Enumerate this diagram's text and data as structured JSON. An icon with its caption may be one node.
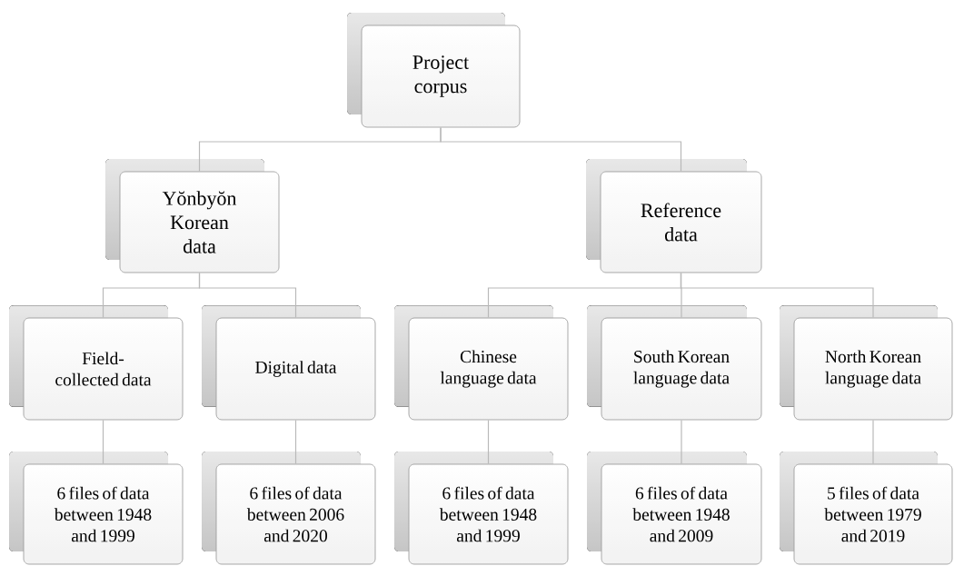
{
  "diagram": {
    "nodes": [
      {
        "text": [
          "Project corpus"
        ]
      },
      {
        "text": [
          "Yŏnbyŏn Korean data"
        ]
      },
      {
        "text": [
          "Reference data"
        ]
      },
      {
        "text": [
          "Field-collected data"
        ]
      },
      {
        "text": [
          "Digital data"
        ]
      },
      {
        "text": [
          "Chinese language data"
        ]
      },
      {
        "text": [
          "South Korean language data"
        ]
      },
      {
        "text": [
          "North Korean language data"
        ]
      },
      {
        "text": [
          "6 files of data between 1948 and 1999"
        ]
      },
      {
        "text": [
          "6 files of data between 2006 and 2020"
        ]
      },
      {
        "text": [
          "6 files of data between 1948 and 1999"
        ]
      },
      {
        "text": [
          "6 files of data between 1948 and 2009"
        ]
      },
      {
        "text": [
          "5 files of data between 1979 and 2019"
        ]
      }
    ],
    "edges": [
      {
        "from": 0,
        "to": 1,
        "arrow": "none"
      },
      {
        "from": 0,
        "to": 2,
        "arrow": "none"
      },
      {
        "from": 1,
        "to": 3,
        "arrow": "none"
      },
      {
        "from": 1,
        "to": 4,
        "arrow": "none"
      },
      {
        "from": 2,
        "to": 5,
        "arrow": "none"
      },
      {
        "from": 2,
        "to": 6,
        "arrow": "none"
      },
      {
        "from": 2,
        "to": 7,
        "arrow": "none"
      },
      {
        "from": 3,
        "to": 8,
        "arrow": "none"
      },
      {
        "from": 4,
        "to": 9,
        "arrow": "none"
      },
      {
        "from": 5,
        "to": 10,
        "arrow": "none"
      },
      {
        "from": 6,
        "to": 11,
        "arrow": "none"
      },
      {
        "from": 7,
        "to": 12,
        "arrow": "none"
      }
    ]
  }
}
